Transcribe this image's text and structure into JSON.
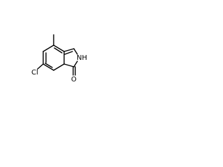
{
  "molecule": {
    "atoms": {
      "cl": "Cl",
      "nh": "NH",
      "o": "O"
    }
  }
}
